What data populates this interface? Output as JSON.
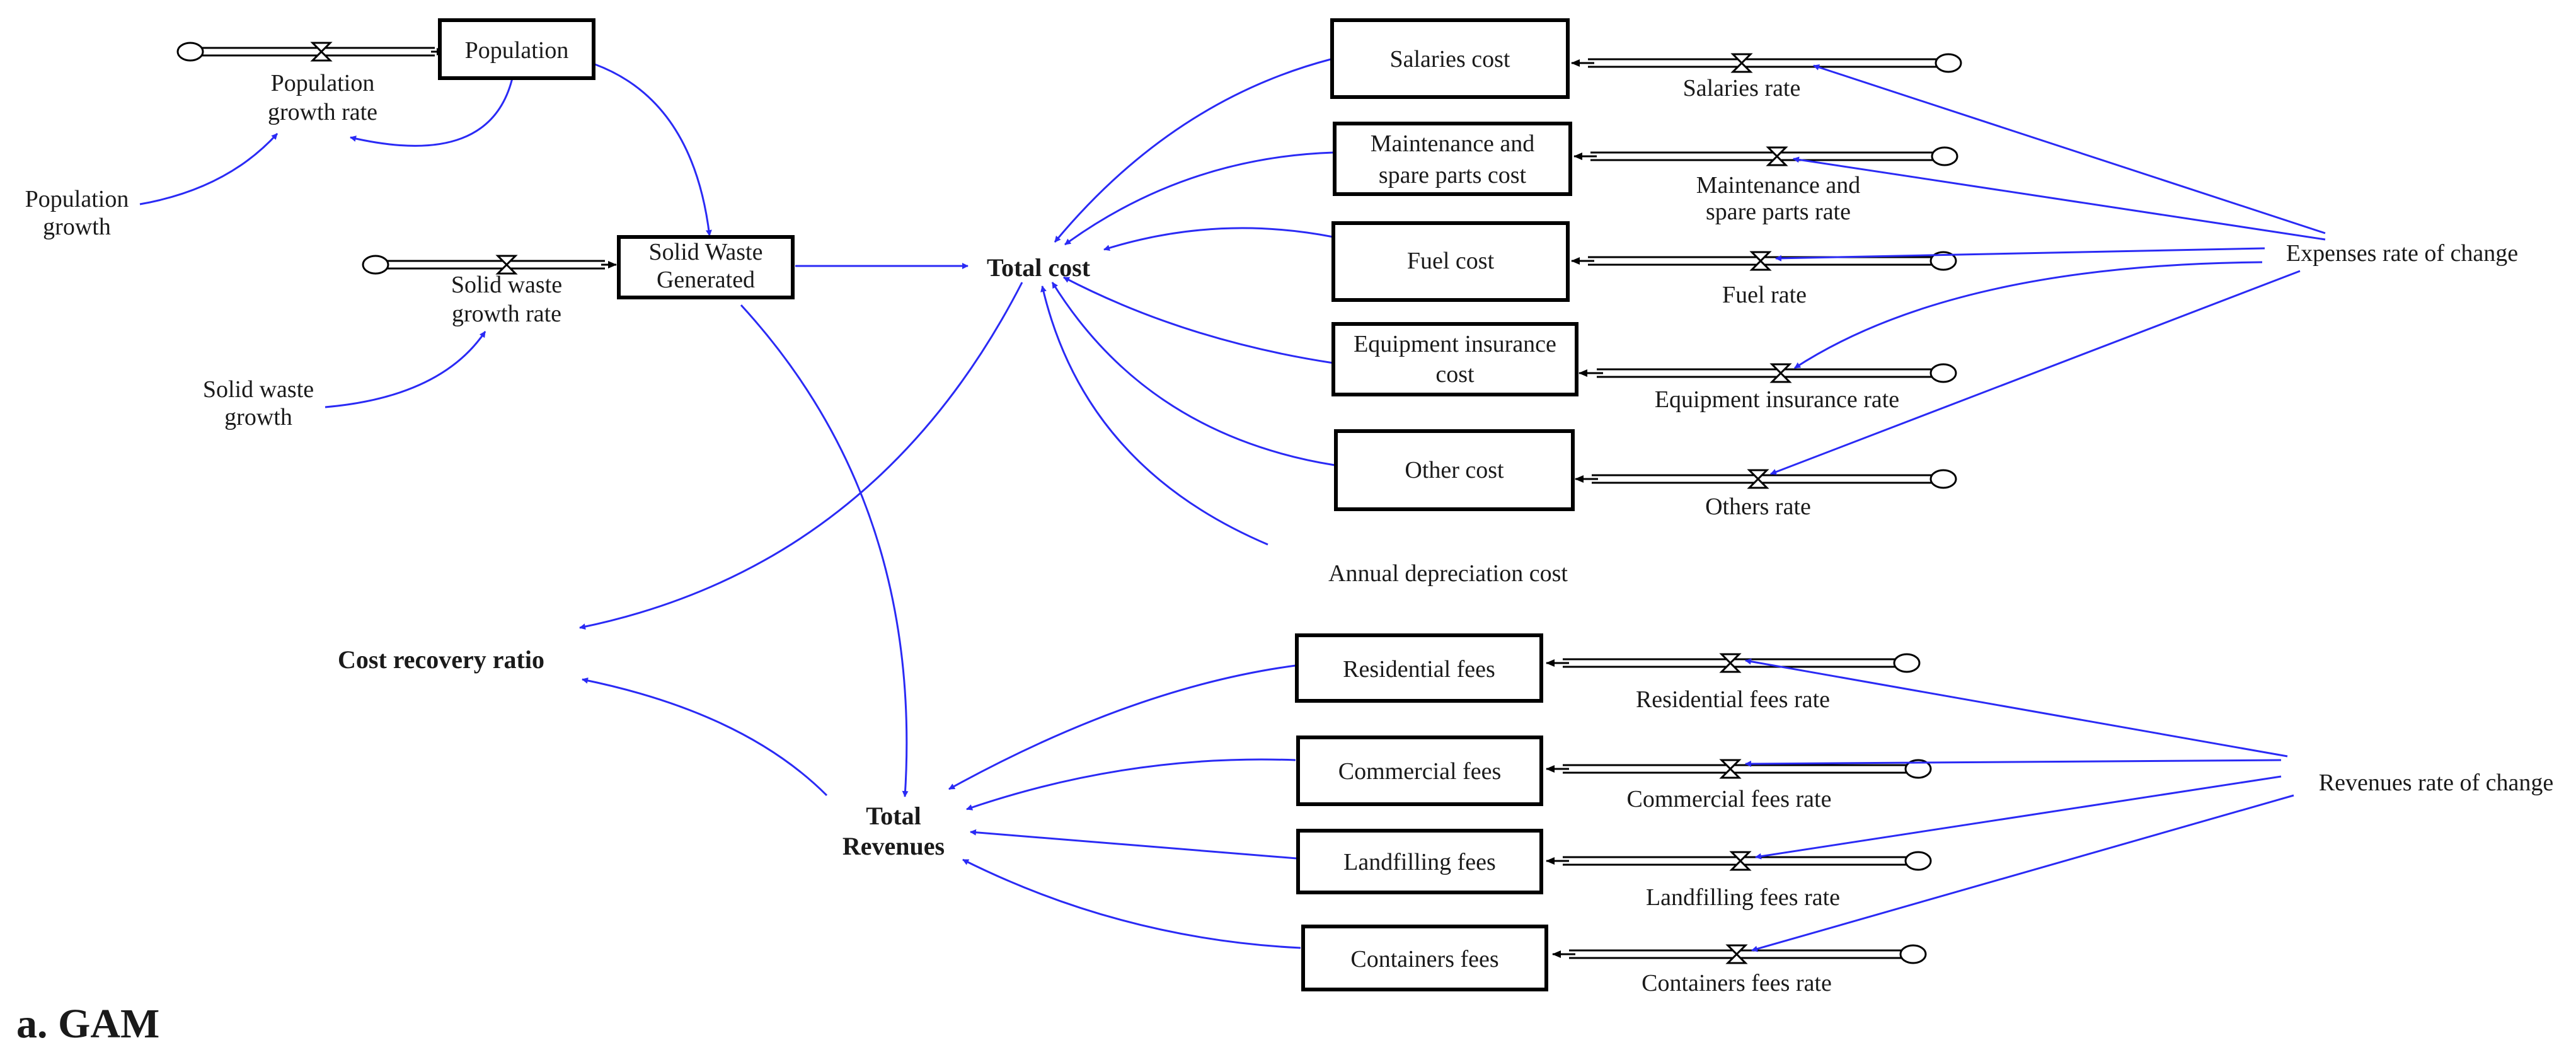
{
  "caption": "a. GAM",
  "stocks": {
    "population": "Population",
    "solid_waste_generated": [
      "Solid Waste",
      "Generated"
    ],
    "salaries_cost": "Salaries cost",
    "maintenance_cost": [
      "Maintenance and",
      "spare parts cost"
    ],
    "fuel_cost": "Fuel cost",
    "equipment_insurance_cost": [
      "Equipment insurance",
      "cost"
    ],
    "other_cost": "Other cost",
    "residential_fees": "Residential fees",
    "commercial_fees": "Commercial fees",
    "landfilling_fees": "Landfilling fees",
    "containers_fees": "Containers fees"
  },
  "rates": {
    "population_growth_rate": [
      "Population",
      "growth rate"
    ],
    "solid_waste_growth_rate": [
      "Solid waste",
      "growth rate"
    ],
    "salaries_rate": "Salaries rate",
    "maintenance_rate": [
      "Maintenance and",
      "spare parts rate"
    ],
    "fuel_rate": "Fuel rate",
    "equipment_insurance_rate": "Equipment insurance rate",
    "others_rate": "Others rate",
    "residential_fees_rate": "Residential fees rate",
    "commercial_fees_rate": "Commercial fees rate",
    "landfilling_fees_rate": "Landfilling fees rate",
    "containers_fees_rate": "Containers fees rate"
  },
  "variables": {
    "population_growth": [
      "Population",
      "growth"
    ],
    "solid_waste_growth": [
      "Solid waste",
      "growth"
    ],
    "total_cost": "Total cost",
    "cost_recovery_ratio": "Cost recovery ratio",
    "total_revenues": [
      "Total",
      "Revenues"
    ],
    "annual_depreciation_cost": "Annual depreciation cost",
    "expenses_rate_of_change": "Expenses rate of change",
    "revenues_rate_of_change": "Revenues rate of change"
  },
  "colors": {
    "link": "#2a2af5",
    "box": "#000000",
    "text": "#1a1a1a"
  }
}
